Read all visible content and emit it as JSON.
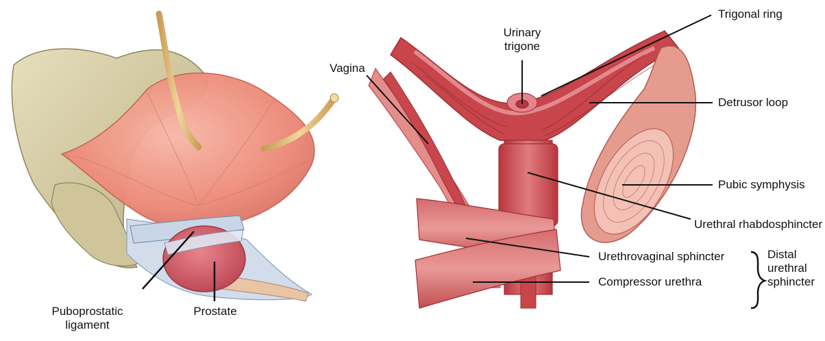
{
  "left_panel": {
    "labels": {
      "puboprostatic_ligament": [
        "Puboprostatic",
        "ligament"
      ],
      "prostate": "Prostate"
    }
  },
  "right_panel": {
    "labels": {
      "vagina": "Vagina",
      "urinary_trigone": [
        "Urinary",
        "trigone"
      ],
      "trigonal_ring": "Trigonal ring",
      "detrusor_loop": "Detrusor loop",
      "pubic_symphysis": "Pubic symphysis",
      "urethral_rhabdosphincter": "Urethral rhabdosphincter",
      "urethrovaginal_sphincter": "Urethrovaginal sphincter",
      "compressor_urethra": "Compressor urethra",
      "distal_urethral_sphincter": [
        "Distal",
        "urethral",
        "sphincter"
      ]
    }
  },
  "colors": {
    "bone": "#d8cfa6",
    "bladder": "#ef8e7c",
    "muscle": "#c8454a",
    "muscle_light": "#e6878a",
    "ligament": "#c9d8e8",
    "tube": "#e2bf77",
    "line": "#111111"
  }
}
